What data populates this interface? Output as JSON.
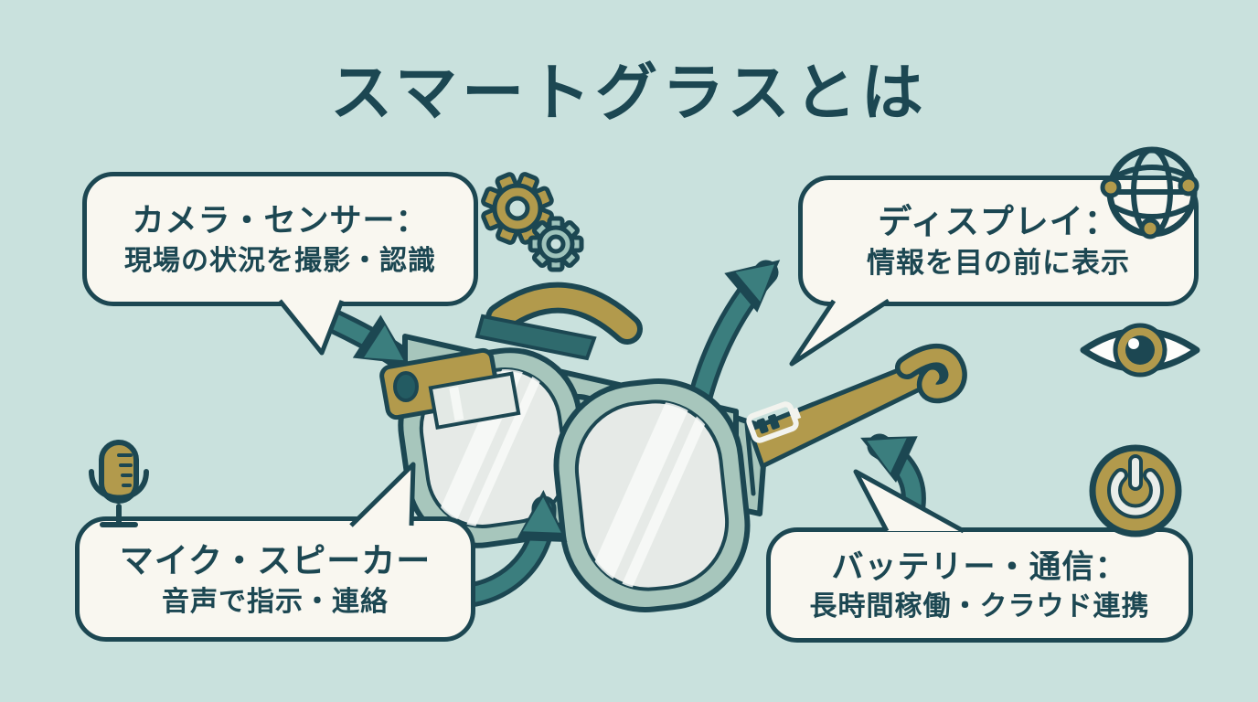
{
  "title": "スマートグラスとは",
  "colors": {
    "background": "#c9e1dd",
    "ink": "#1c4752",
    "teal": "#3b7e7e",
    "gold": "#b29a4c",
    "sage": "#a7c6bc",
    "bubble": "#f9f7f0",
    "lens": "#e6eae7",
    "fold": "#2f6a6d"
  },
  "callouts": {
    "camera": {
      "heading": "カメラ・センサー：",
      "body": "現場の状況を撮影・認識"
    },
    "display": {
      "heading": "ディスプレイ：",
      "body": "情報を目の前に表示"
    },
    "mic": {
      "heading": "マイク・スピーカー",
      "body": "音声で指示・連絡"
    },
    "battery": {
      "heading": "バッテリー・通信：",
      "body": "長時間稼働・クラウド連携"
    }
  },
  "icons": {
    "gears": "gears-icon",
    "globe": "globe-network-icon",
    "eye": "eye-icon",
    "microphone": "microphone-icon",
    "power": "power-button-icon",
    "battery_indicator": "battery-indicator-icon",
    "camera_module": "camera-module"
  }
}
